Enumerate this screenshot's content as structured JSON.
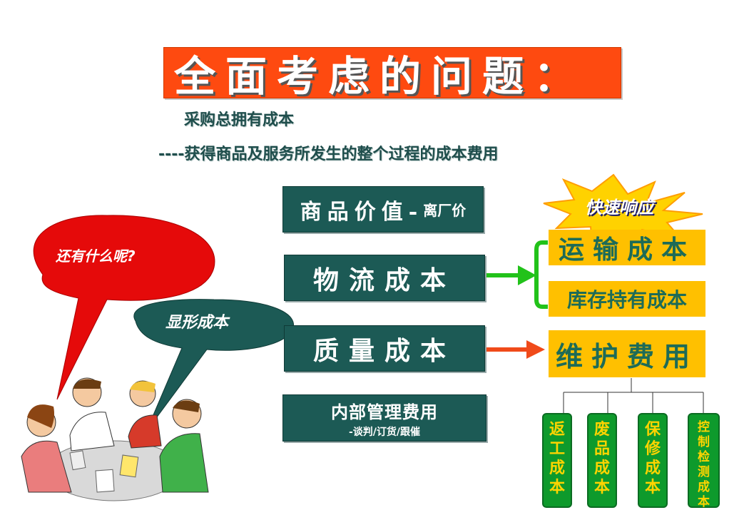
{
  "title": "全面考虑的问题：",
  "subtitle_1": "采购总拥有成本",
  "subtitle_2": "----获得商品及服务所发生的整个过程的成本费用",
  "boxes": {
    "goods_value": "商品价值-",
    "goods_value_small": "离厂价",
    "logistics_cost": "物流成本",
    "quality_cost": "质量成本",
    "internal_cost": "内部管理费用",
    "internal_cost_sub": "-谈判/订货/跟催"
  },
  "bubbles": {
    "what_else": "还有什么呢?",
    "explicit_cost": "显形成本"
  },
  "star_label": "快速响应",
  "logistics_items": [
    "运输成本",
    "库存持有成本"
  ],
  "maintenance": "维护费用",
  "maintenance_items": [
    {
      "label": "返工成本"
    },
    {
      "label": "废品成本"
    },
    {
      "label": "保修成本"
    },
    {
      "label": "控制检测成本"
    }
  ],
  "colors": {
    "title_bg": "#fe4a10",
    "teal_box": "#1c5a55",
    "yellow_box": "#ffc000",
    "green_box": "#0e9a2c",
    "red_bubble": "#e50a0a",
    "star": "#ffd200"
  },
  "icons": [
    "star-burst-icon",
    "meeting-people-illustration"
  ]
}
